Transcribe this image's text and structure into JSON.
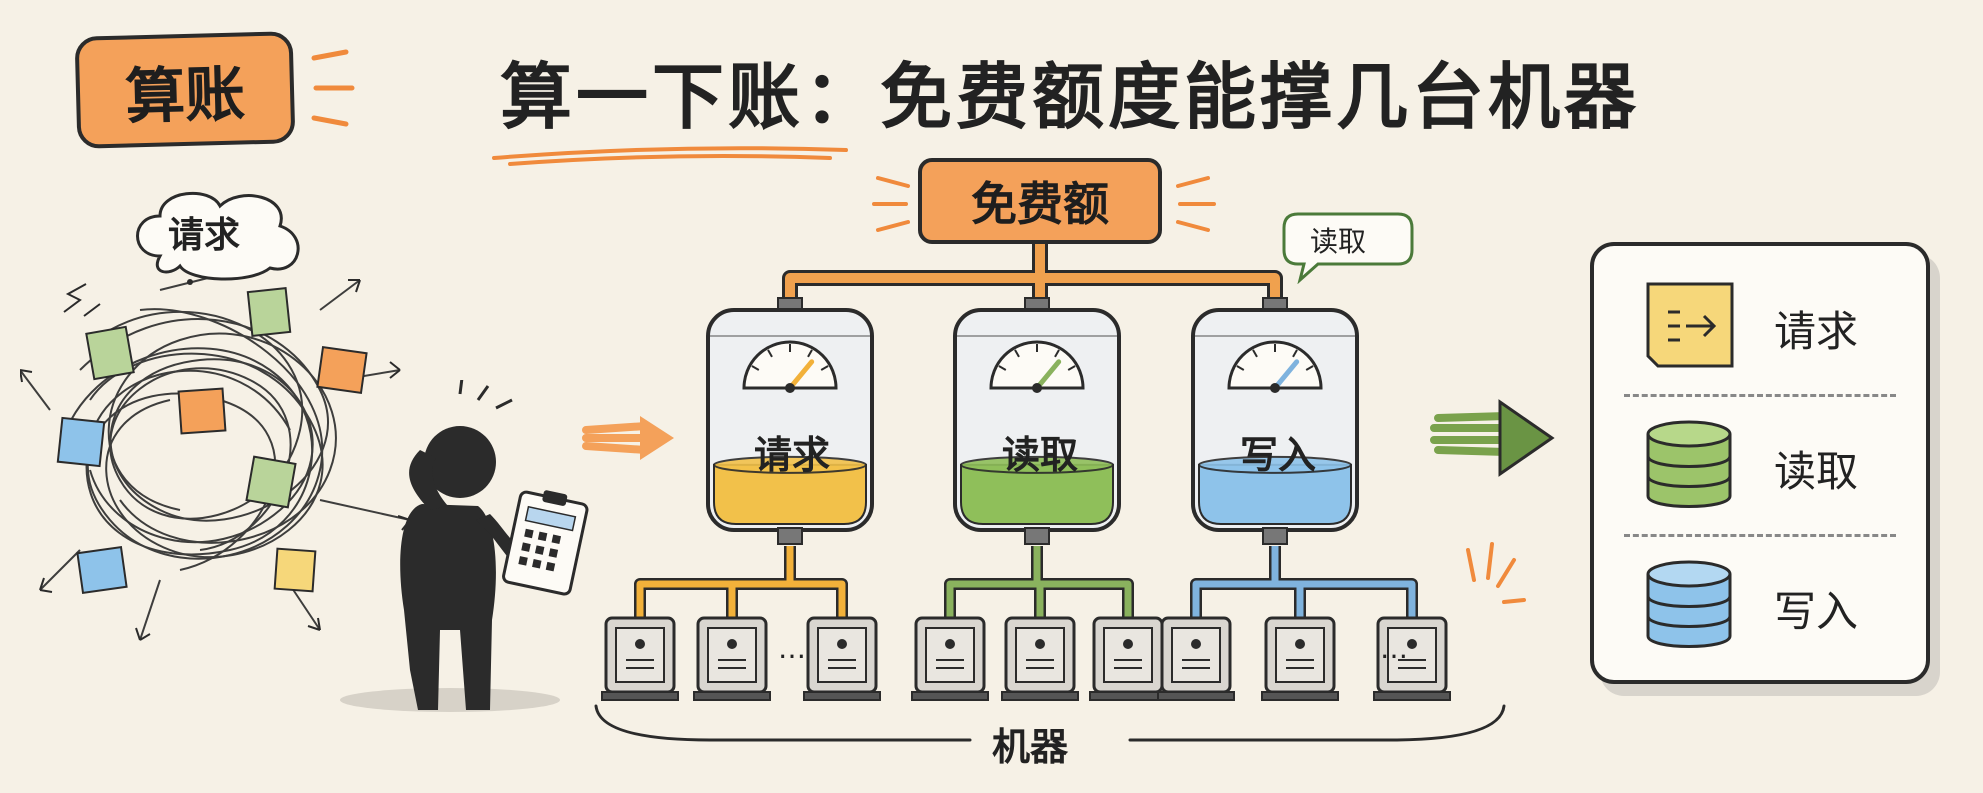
{
  "header": {
    "badge_label": "算账",
    "title": "算一下账：免费额度能撑几台机器"
  },
  "chaos": {
    "bubble_label": "请求"
  },
  "quota": {
    "label": "免费额",
    "bubble_label": "读取"
  },
  "tanks": [
    {
      "label": "请求",
      "fill_color": "#f2c14a",
      "fill_level": 0.28,
      "pipe_color": "#f2b13a"
    },
    {
      "label": "读取",
      "fill_color": "#8fbf5a",
      "fill_level": 0.28,
      "pipe_color": "#8ab25e"
    },
    {
      "label": "写入",
      "fill_color": "#8ec3ea",
      "fill_level": 0.28,
      "pipe_color": "#7fb3de"
    }
  ],
  "machines": {
    "label": "机器",
    "ellipsis": "…"
  },
  "legend": {
    "items": [
      {
        "label": "请求",
        "icon": "sticky-note-arrow-icon",
        "color": "#f6d77a"
      },
      {
        "label": "读取",
        "icon": "database-icon",
        "color": "#9cc46a"
      },
      {
        "label": "写入",
        "icon": "database-icon",
        "color": "#8ec3ea"
      }
    ]
  },
  "colors": {
    "accent": "#f4a15a",
    "pipe_orange": "#f0a14e",
    "outline": "#2b2b2b",
    "arrow_green": "#5f8f3f"
  }
}
